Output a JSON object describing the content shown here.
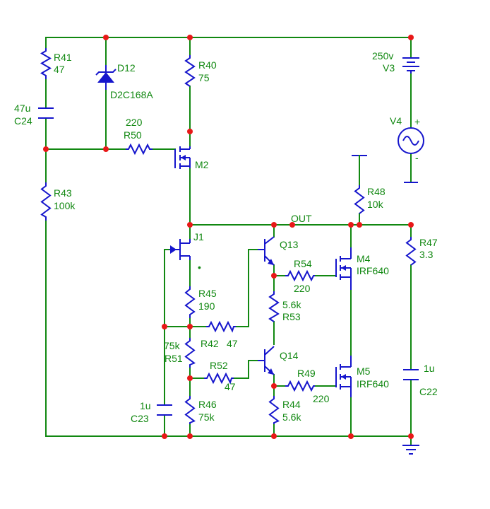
{
  "labels": {
    "r41_name": "R41",
    "r41_val": "47",
    "c24_val": "47u",
    "c24_name": "C24",
    "d12_name": "D12",
    "d12_val": "D2C168A",
    "r40_name": "R40",
    "r40_val": "75",
    "v3_val": "250v",
    "v3_name": "V3",
    "v4_name": "V4",
    "v4_plus": "+",
    "v4_minus": "-",
    "r50_val": "220",
    "r50_name": "R50",
    "m2_name": "M2",
    "r43_name": "R43",
    "r43_val": "100k",
    "r48_name": "R48",
    "r48_val": "10k",
    "out_net": "OUT",
    "j1_name": "J1",
    "j1_dot": "•",
    "q13_name": "Q13",
    "m4_name": "M4",
    "m4_val": "IRF640",
    "r47_name": "R47",
    "r47_val": "3.3",
    "r54_name": "R54",
    "r54_val": "220",
    "r45_name": "R45",
    "r45_val": "190",
    "r53_val": "5.6k",
    "r53_name": "R53",
    "r42_name": "R42",
    "r42_val": "47",
    "r51_val": "75k",
    "r51_name": "R51",
    "q14_name": "Q14",
    "r52_name": "R52",
    "r52_val": "47",
    "r49_name": "R49",
    "r49_val": "220",
    "m5_name": "M5",
    "m5_val": "IRF640",
    "c22_val": "1u",
    "c22_name": "C22",
    "c23_val": "1u",
    "c23_name": "C23",
    "r46_name": "R46",
    "r46_val": "75k",
    "r44_name": "R44",
    "r44_val": "5.6k"
  },
  "colors": {
    "wire": "#118811",
    "component": "#1515cc",
    "junction": "#e81818",
    "text": "#118811",
    "background": "#ffffff"
  }
}
